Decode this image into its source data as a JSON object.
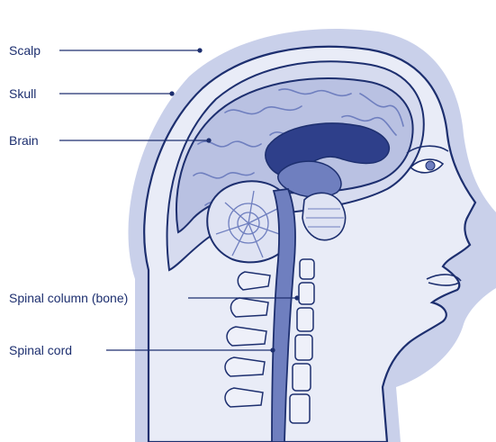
{
  "labels": {
    "scalp": "Scalp",
    "skull": "Skull",
    "brain": "Brain",
    "spinal_column": "Spinal column (bone)",
    "spinal_cord": "Spinal cord"
  },
  "colors": {
    "outline": "#1d2f6f",
    "scalp_halo": "#c9d0ea",
    "tissue": "#e9ecf7",
    "brain_fill": "#b9c1e2",
    "brain_dark": "#6f7fbf",
    "ventricle": "#2e3f8a"
  }
}
